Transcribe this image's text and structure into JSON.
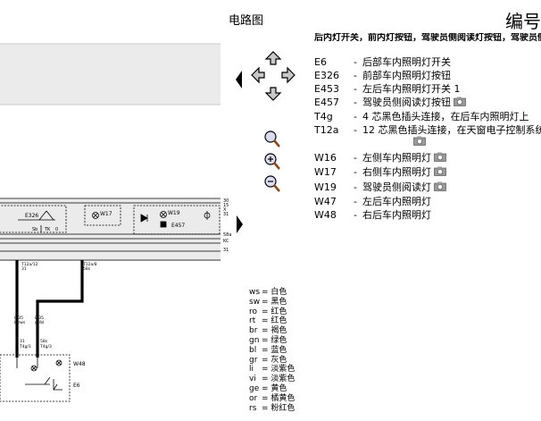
{
  "page": {
    "title": "电路图",
    "number": "编号"
  },
  "nav": {
    "left_arrow": "triangle-left-icon",
    "right_arrow": "triangle-right-icon",
    "pan": "pan-arrows-icon",
    "zoom_in": "zoom-in-icon",
    "zoom_fit": "zoom-fit-icon",
    "zoom_out": "zoom-out-icon"
  },
  "components": {
    "title": "后内灯开关，前内灯按钮，驾驶员侧阅读灯按钮，驾驶员侧阅读灯，内灯",
    "items": [
      {
        "code": "E6",
        "desc": "后部车内照明灯开关",
        "camera": false
      },
      {
        "code": "E326",
        "desc": "前部车内照明灯按钮",
        "camera": false
      },
      {
        "code": "E453",
        "desc": "左后车内照明灯开关 1",
        "camera": false
      },
      {
        "code": "E457",
        "desc": "驾驶员侧阅读灯按钮",
        "camera": true
      },
      {
        "code": "T4g",
        "desc": "4 芯黑色插头连接，在后车内照明灯上",
        "camera": false
      },
      {
        "code": "T12a",
        "desc": "12 芯黑色插头连接，在天窗电子控制系统",
        "camera": true
      },
      {
        "code": "W16",
        "desc": "左侧车内照明灯",
        "camera": true
      },
      {
        "code": "W17",
        "desc": "右侧车内照明灯",
        "camera": true
      },
      {
        "code": "W19",
        "desc": "驾驶员侧阅读灯",
        "camera": true
      },
      {
        "code": "W47",
        "desc": "左后车内照明灯",
        "camera": false
      },
      {
        "code": "W48",
        "desc": "右后车内照明灯",
        "camera": false
      }
    ],
    "dash": "-"
  },
  "legend": [
    {
      "code": "ws",
      "color": "白色"
    },
    {
      "code": "sw",
      "color": "黑色"
    },
    {
      "code": "ro",
      "color": "红色"
    },
    {
      "code": "rt",
      "color": "红色"
    },
    {
      "code": "br",
      "color": "褐色"
    },
    {
      "code": "gn",
      "color": "绿色"
    },
    {
      "code": "bl",
      "color": "蓝色"
    },
    {
      "code": "gr",
      "color": "灰色"
    },
    {
      "code": "li",
      "color": "淡紫色"
    },
    {
      "code": "vi",
      "color": "淡紫色"
    },
    {
      "code": "ge",
      "color": "黄色"
    },
    {
      "code": "or",
      "color": "橘黄色"
    },
    {
      "code": "rs",
      "color": "粉红色"
    }
  ],
  "legend_eq": "=",
  "diagram": {
    "e326": "E326",
    "w17": "W17",
    "w19": "W19",
    "e457": "E457",
    "w48": "W48",
    "e6": "E6",
    "sb": "Sb",
    "tk": "TK",
    "zero": "0",
    "r30": "30",
    "r15": "15",
    "rX": "X",
    "r31": "31",
    "r58a": "58a",
    "rKC": "KC",
    "r31b": "31",
    "t12a12": "T12a/12",
    "p31": "31",
    "t12a8": "T12a/8",
    "p58s": "58s",
    "w1a": "0,35",
    "w1b": "br/ws",
    "w2a": "0,35",
    "w2b": "gr/bl",
    "b31": "31",
    "bt4g1": "T4g/1",
    "b58s": "58s",
    "bt4g3": "T4g/3"
  },
  "colors": {
    "panel": "#ebebeb",
    "line": "#000000"
  }
}
